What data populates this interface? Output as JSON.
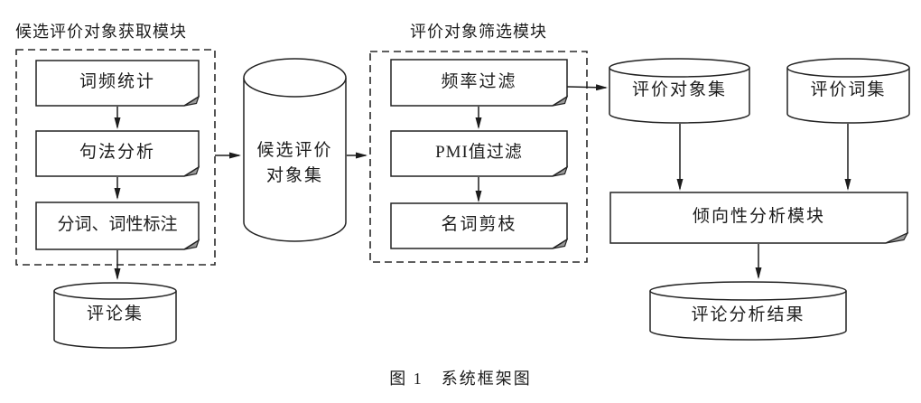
{
  "figure": {
    "caption": "图 1　系统框架图",
    "colors": {
      "stroke": "#222222",
      "background": "#ffffff",
      "fold_shade": "#9a9a9a"
    },
    "modules": {
      "acquisition": {
        "title": "候选评价对象获取模块",
        "steps": [
          "词频统计",
          "句法分析",
          "分词、词性标注"
        ]
      },
      "screening": {
        "title": "评价对象筛选模块",
        "steps": [
          "频率过滤",
          "PMI值过滤",
          "名词剪枝"
        ]
      },
      "sentiment": {
        "label": "倾向性分析模块"
      }
    },
    "datastores": {
      "comments": "评论集",
      "candidate": {
        "line1": "候选评价",
        "line2": "对象集"
      },
      "objects": "评价对象集",
      "words": "评价词集",
      "result": "评论分析结果"
    }
  }
}
